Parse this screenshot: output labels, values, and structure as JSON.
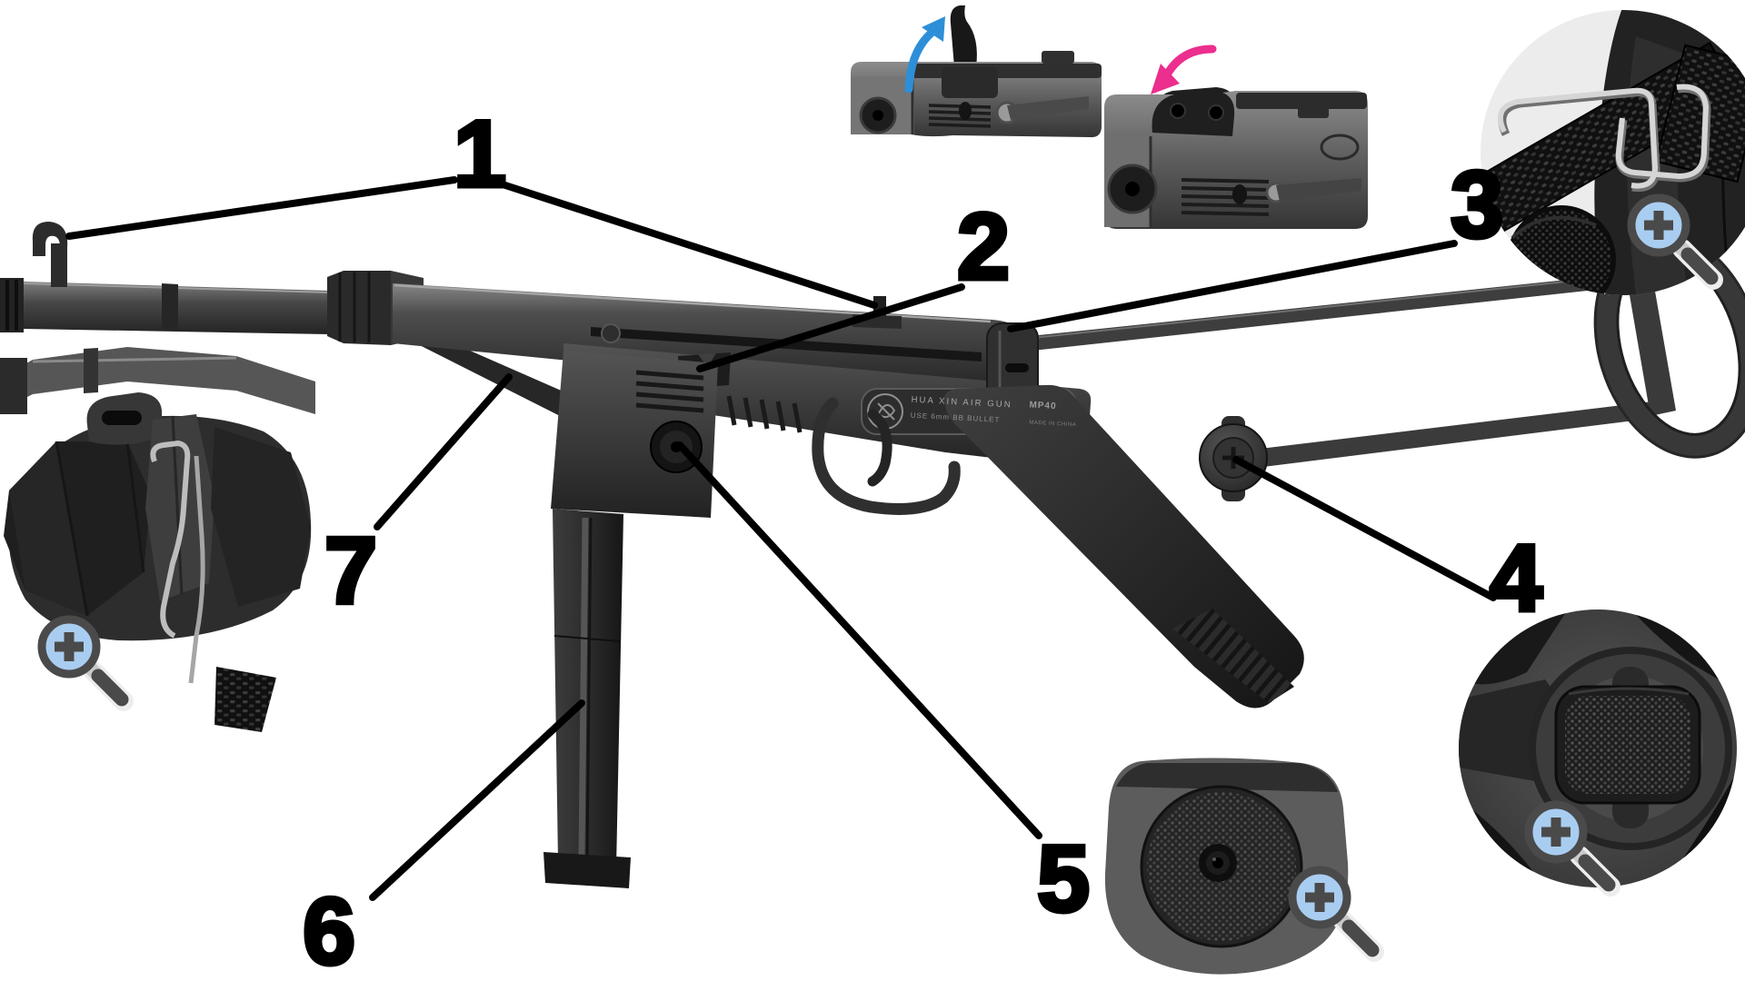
{
  "background": "#FFFFFF",
  "callouts": [
    {
      "number": "1"
    },
    {
      "number": "2"
    },
    {
      "number": "3"
    },
    {
      "number": "4"
    },
    {
      "number": "5"
    },
    {
      "number": "6"
    },
    {
      "number": "7"
    }
  ],
  "receiver_markings": {
    "brand": "HUA XIN AIR GUN",
    "model": "MP40",
    "caliber": "USE 6mm BB BULLET",
    "origin": "MADE IN CHINA"
  },
  "icons": {
    "zoom_icon": "zoom-in-magnifier",
    "zoom_glyph": "+",
    "flip_up_arrow": "curved-up-arrow-blue",
    "fold_down_arrow": "curved-down-arrow-pink"
  },
  "colors": {
    "callout_line": "#000000",
    "callout_digit": "#000000",
    "magnifier_fill": "#A9CDF0",
    "magnifier_stroke": "#4A4A4A",
    "arrow_blue": "#2D8FD8",
    "arrow_pink": "#EC2E8E",
    "gun_metal": "#3A3A3A",
    "background": "#FFFFFF"
  }
}
